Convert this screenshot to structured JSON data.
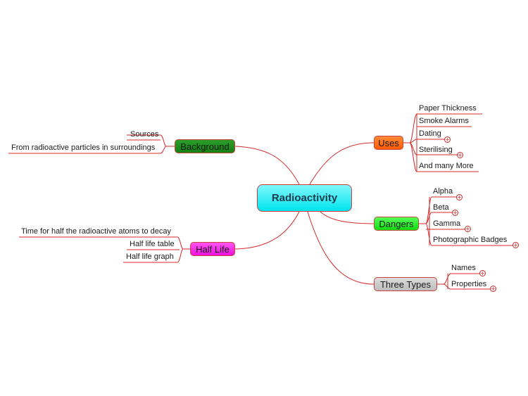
{
  "central": {
    "label": "Radioactivity"
  },
  "branches": {
    "background": {
      "label": "Background",
      "fill": "#1a8a1a",
      "children": [
        "Sources",
        "From radioactive particles in surroundings"
      ]
    },
    "half_life": {
      "label": "Half Life",
      "fill": "#ff33ee",
      "children": [
        "Time for half the radioactive atoms to decay",
        "Half life table",
        "Half life graph"
      ]
    },
    "uses": {
      "label": "Uses",
      "fill": "#ff6a13",
      "children": [
        "Paper Thickness",
        "Smoke Alarms",
        "Dating",
        "Sterilising",
        "And many More"
      ],
      "collapsed": [
        false,
        false,
        true,
        true,
        false
      ]
    },
    "dangers": {
      "label": "Dangers",
      "fill": "#22ee22",
      "children": [
        "Alpha",
        "Beta",
        "Gamma",
        "Photographic Badges"
      ],
      "collapsed": [
        true,
        true,
        true,
        true
      ]
    },
    "three_types": {
      "label": "Three Types",
      "fill": "#c8c8c8",
      "children": [
        "Names",
        "Properties"
      ],
      "collapsed": [
        true,
        true
      ]
    }
  },
  "colors": {
    "connector": "#d42a2a",
    "central_fill": "#00e8f0"
  },
  "icons": {
    "expand": "plus-circle-icon"
  }
}
